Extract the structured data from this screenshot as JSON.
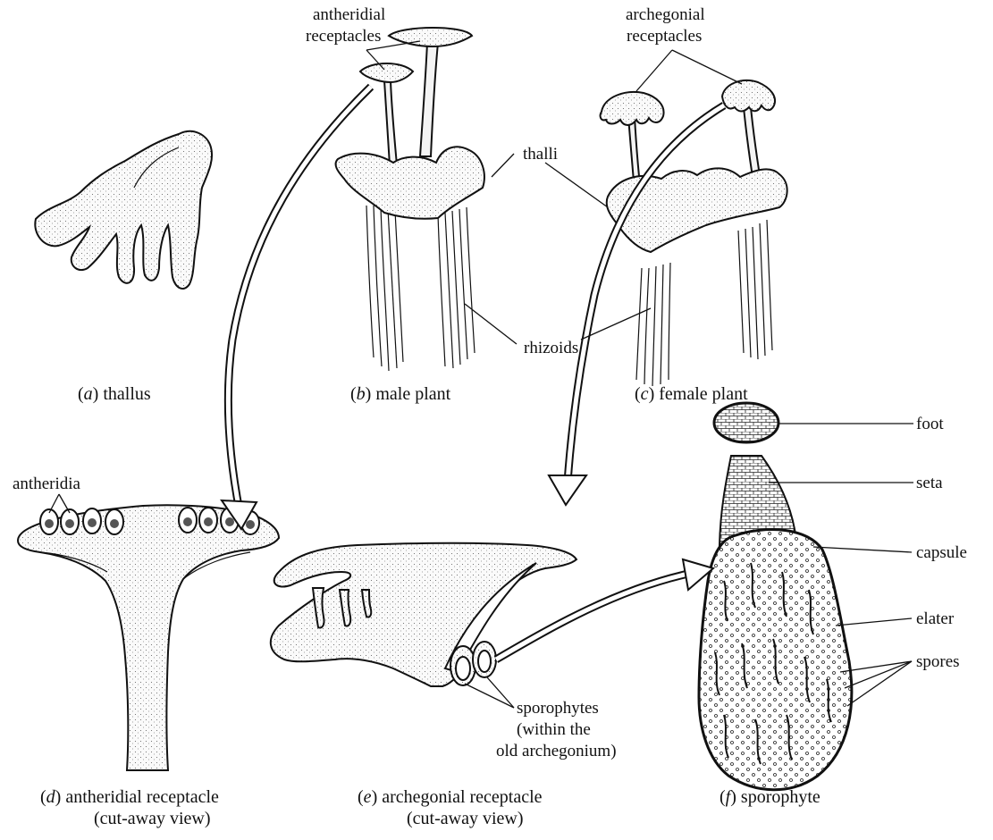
{
  "panels": {
    "a": {
      "letter": "a",
      "caption": "thallus"
    },
    "b": {
      "letter": "b",
      "caption": "male plant"
    },
    "c": {
      "letter": "c",
      "caption": "female plant"
    },
    "d": {
      "letter": "d",
      "caption_line1": "antheridial receptacle",
      "caption_line2": "(cut-away view)"
    },
    "e": {
      "letter": "e",
      "caption_line1": "archegonial receptacle",
      "caption_line2": "(cut-away view)"
    },
    "f": {
      "letter": "f",
      "caption": "sporophyte"
    }
  },
  "labels": {
    "antheridial_receptacles_1": "antheridial",
    "antheridial_receptacles_2": "receptacles",
    "archegonial_receptacles_1": "archegonial",
    "archegonial_receptacles_2": "receptacles",
    "thalli": "thalli",
    "rhizoids": "rhizoids",
    "antheridia": "antheridia",
    "sporophytes_1": "sporophytes",
    "sporophytes_2": "(within the",
    "sporophytes_3": "old archegonium)",
    "foot": "foot",
    "seta": "seta",
    "capsule": "capsule",
    "elater": "elater",
    "spores": "spores"
  }
}
